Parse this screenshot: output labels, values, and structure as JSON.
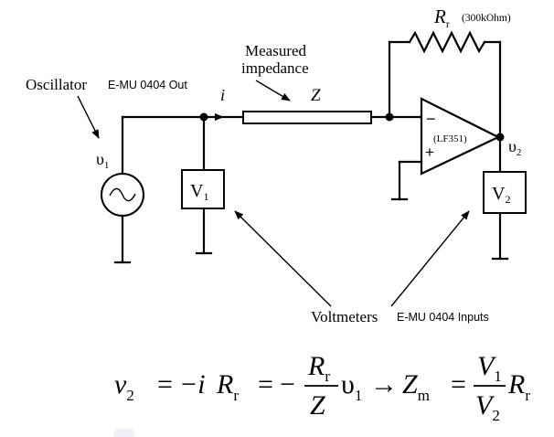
{
  "circuit": {
    "oscillator_label": "Oscillator",
    "oscillator_device": "E-MU 0404 Out",
    "source_symbol": "υ",
    "source_sub": "1",
    "current_label": "i",
    "measured_label_line1": "Measured",
    "measured_label_line2": "impedance",
    "z_label": "Z",
    "rf_symbol": "R",
    "rf_sub": "r",
    "rf_value": "(300kOhm)",
    "opamp_label": "(LF351)",
    "opamp_minus": "−",
    "opamp_plus": "+",
    "out_symbol": "υ",
    "out_sub": "2",
    "v1_box": "V",
    "v1_sub": "1",
    "v2_box": "V",
    "v2_sub": "2",
    "voltmeters_label": "Voltmeters",
    "voltmeters_device": "E-MU 0404 Inputs"
  },
  "equation": {
    "lhs_v": "v",
    "lhs_sub": "2",
    "eq1": "=",
    "minus_i": "−i",
    "R": "R",
    "r_sub": "r",
    "eq2": "=",
    "minus": "−",
    "frac1_num": "R",
    "frac1_num_sub": "r",
    "frac1_den": "Z",
    "upsilon": "υ",
    "upsilon_sub": "1",
    "arrow": "→",
    "Z": "Z",
    "m_sub": "m",
    "eq3": "=",
    "frac2_num": "V",
    "frac2_num_sub": "1",
    "frac2_den": "V",
    "frac2_den_sub": "2",
    "R2": "R",
    "r2_sub": "r"
  }
}
